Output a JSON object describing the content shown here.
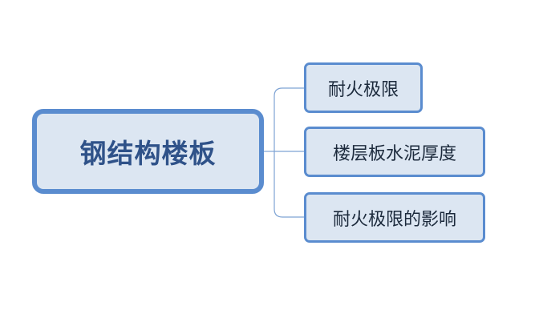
{
  "root": {
    "label": "钢结构楼板"
  },
  "children": [
    {
      "label": "耐火极限"
    },
    {
      "label": "楼层板水泥厚度"
    },
    {
      "label": "耐火极限的影响"
    }
  ],
  "colors": {
    "border": "#5a8ccf",
    "fill": "#dce6f2",
    "connector": "#7ea3d4"
  }
}
